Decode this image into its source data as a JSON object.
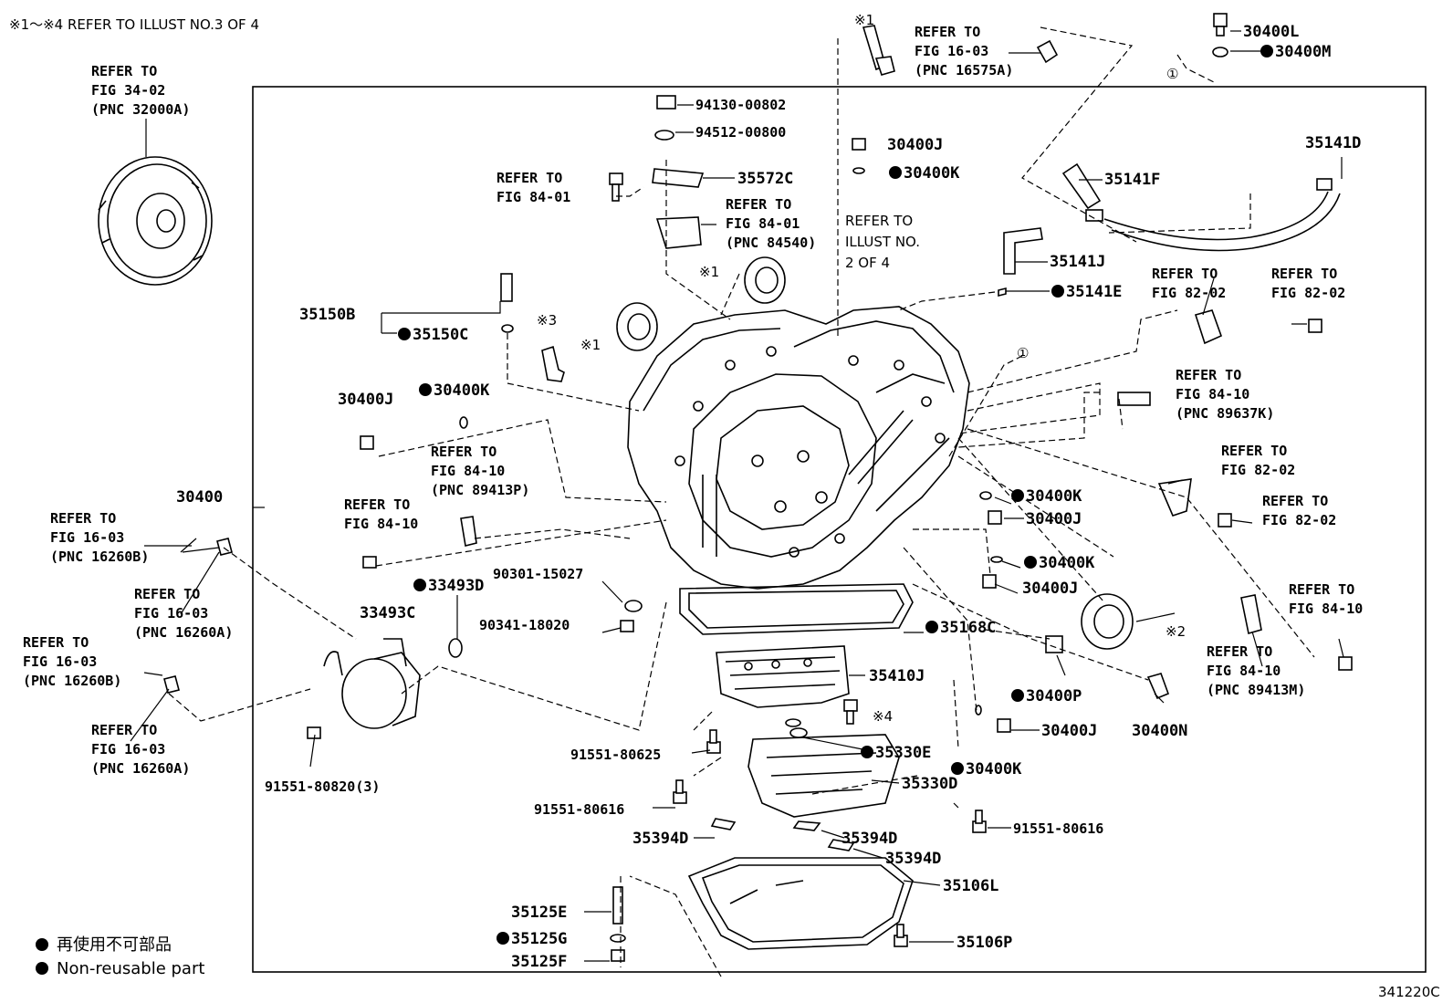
{
  "header_note": "※1～※4 REFER TO ILLUST NO.3 OF 4",
  "illustration_code": "341220C",
  "legend": {
    "line_jp": "再使用不可部品",
    "line_en": "Non-reusable part"
  },
  "refs": {
    "r_torque": [
      "REFER TO",
      "FIG 34-02",
      "(PNC 32000A)"
    ],
    "r_top_pipe": [
      "REFER TO",
      "FIG 16-03",
      "(PNC 16575A)"
    ],
    "r_84_01_a": [
      "REFER TO",
      "FIG 84-01"
    ],
    "r_84_01_b": [
      "REFER TO",
      "FIG 84-01",
      "(PNC 84540)"
    ],
    "r_illust2": [
      "REFER TO",
      "ILLUST NO.",
      "2 OF 4"
    ],
    "r_82_02_a": [
      "REFER TO",
      "FIG 82-02"
    ],
    "r_82_02_b": [
      "REFER TO",
      "FIG 82-02"
    ],
    "r_84_10_a": [
      "REFER TO",
      "FIG 84-10",
      "(PNC 89637K)"
    ],
    "r_82_02_c": [
      "REFER TO",
      "FIG 82-02"
    ],
    "r_82_02_d": [
      "REFER TO",
      "FIG 82-02"
    ],
    "r_84_10_b": [
      "REFER TO",
      "FIG 84-10",
      "(PNC 89413P)"
    ],
    "r_84_10_c": [
      "REFER TO",
      "FIG 84-10"
    ],
    "r_84_10_d": [
      "REFER TO",
      "FIG 84-10"
    ],
    "r_84_10_e": [
      "REFER TO",
      "FIG 84-10",
      "(PNC 89413M)"
    ],
    "r_16_03_a": [
      "REFER TO",
      "FIG 16-03",
      "(PNC 16260B)"
    ],
    "r_16_03_b": [
      "REFER TO",
      "FIG 16-03",
      "(PNC 16260A)"
    ],
    "r_16_03_c": [
      "REFER TO",
      "FIG 16-03",
      "(PNC 16260B)"
    ],
    "r_16_03_d": [
      "REFER TO",
      "FIG 16-03",
      "(PNC 16260A)"
    ]
  },
  "parts": {
    "p30400L": "30400L",
    "p30400M": "30400M",
    "p35141D": "35141D",
    "p35141F": "35141F",
    "p35141J": "35141J",
    "p35141E": "35141E",
    "p94130": "94130-00802",
    "p94512": "94512-00800",
    "p35572C": "35572C",
    "p30400J_a": "30400J",
    "p30400K_a": "30400K",
    "p35150B": "35150B",
    "p35150C": "35150C",
    "p30400J_b": "30400J",
    "p30400K_b": "30400K",
    "p30400": "30400",
    "p30400K_c": "30400K",
    "p30400J_c": "30400J",
    "p30400K_d": "30400K",
    "p30400J_d": "30400J",
    "p33493D": "33493D",
    "p33493C": "33493C",
    "p90301": "90301-15027",
    "p90341": "90341-18020",
    "p35168C": "35168C",
    "p35410J": "35410J",
    "p30400P": "30400P",
    "p30400J_e": "30400J",
    "p30400N": "30400N",
    "p91551_80625": "91551-80625",
    "p35330E": "35330E",
    "p30400K_e": "30400K",
    "p35330D": "35330D",
    "p91551_80616_a": "91551-80616",
    "p91551_80820": "91551-80820(3)",
    "p35394D_a": "35394D",
    "p35394D_b": "35394D",
    "p35394D_c": "35394D",
    "p91551_80616_b": "91551-80616",
    "p35106L": "35106L",
    "p35125E": "35125E",
    "p35125G": "35125G",
    "p35125F": "35125F",
    "p35106P": "35106P"
  },
  "marks": {
    "k1_top": "※1",
    "k1_seal": "※1",
    "k1_seal2": "※1",
    "k3": "※3",
    "k2": "※2",
    "k4": "※4",
    "circ1_a": "①",
    "circ1_b": "①"
  }
}
